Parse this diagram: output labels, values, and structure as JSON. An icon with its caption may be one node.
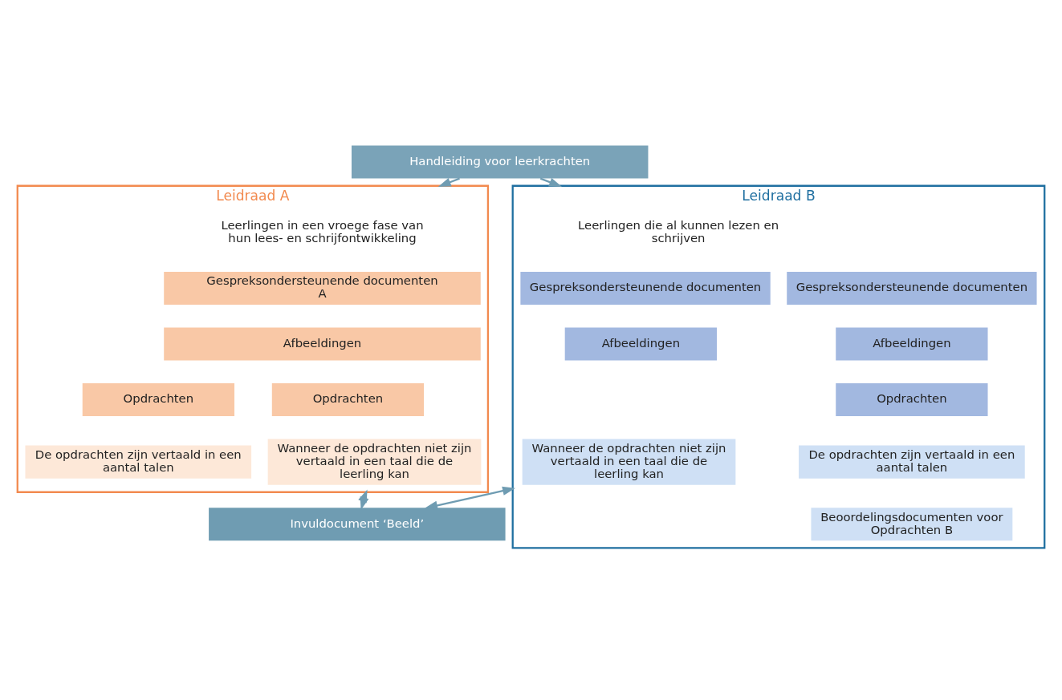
{
  "diagram": {
    "nodes": [
      {
        "text": [
          "Handleiding voor leerkrachten"
        ]
      },
      {
        "text": [
          "Leidraad A"
        ]
      },
      {
        "text": [
          "Leerlingen in een vroege fase van hun lees- en schrijfontwikkeling"
        ],
        "in": 1
      },
      {
        "text": [
          "Gespreksondersteunende documenten A"
        ],
        "in": 1
      },
      {
        "text": [
          "Afbeeldingen"
        ],
        "in": 1
      },
      {
        "text": [
          "Opdrachten"
        ],
        "in": 1
      },
      {
        "text": [
          "De opdrachten zijn vertaald in een aantal talen"
        ],
        "in": 1
      },
      {
        "text": [
          "Opdrachten"
        ],
        "in": 1
      },
      {
        "text": [
          "Wanneer de opdrachten niet zijn vertaald in een taal die de leerling kan"
        ],
        "in": 1
      },
      {
        "text": [
          "Leidraad B"
        ]
      },
      {
        "text": [
          "Leerlingen die al kunnen lezen en schrijven"
        ],
        "in": 9
      },
      {
        "text": [
          "Gespreksondersteunende documenten"
        ],
        "in": 9
      },
      {
        "text": [
          "Gespreksondersteunende documenten"
        ],
        "in": 9
      },
      {
        "text": [
          "Afbeeldingen"
        ],
        "in": 9
      },
      {
        "text": [
          "Afbeeldingen"
        ],
        "in": 9
      },
      {
        "text": [
          "Opdrachten"
        ],
        "in": 9
      },
      {
        "text": [
          "De opdrachten zijn vertaald in een aantal talen"
        ],
        "in": 9
      },
      {
        "text": [
          "Beoordelingsdocumenten voor Opdrachten B"
        ],
        "in": 9
      },
      {
        "text": [
          "Wanneer de opdrachten niet zijn vertaald in een taal die de leerling kan"
        ],
        "in": 9
      },
      {
        "text": [
          "Invuldocument ‘Beeld’"
        ]
      }
    ],
    "edges": [
      {
        "from": 0,
        "to": 1,
        "arrow": "to"
      },
      {
        "from": 0,
        "to": 9,
        "arrow": "to"
      },
      {
        "from": 1,
        "to": 19,
        "arrow": "both"
      },
      {
        "from": 9,
        "to": 19,
        "arrow": "both"
      }
    ]
  }
}
